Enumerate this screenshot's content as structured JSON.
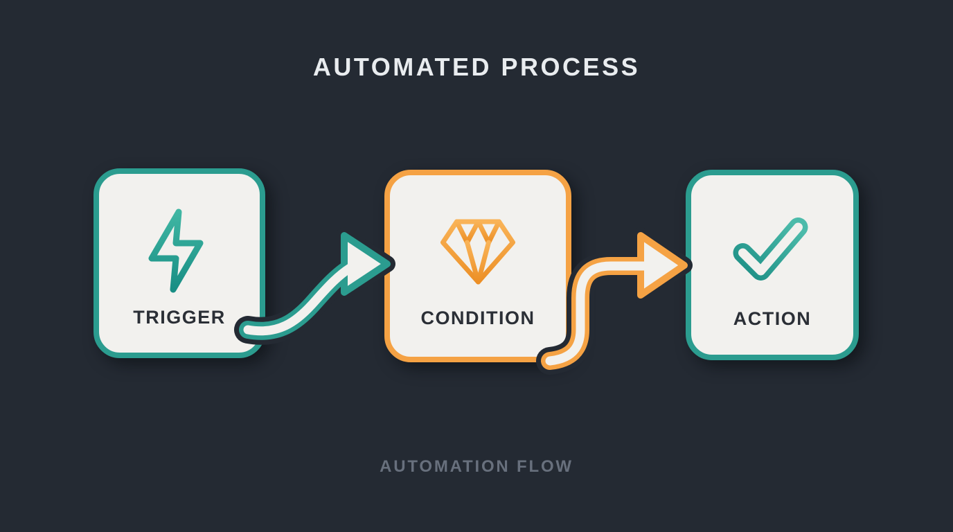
{
  "title": "AUTOMATED PROCESS",
  "footer_caption": "AUTOMATION FLOW",
  "colors": {
    "background": "#242a33",
    "halo": "#242a33",
    "card-fill": "#f2f1ee",
    "teal": "#2b9c8f",
    "orange": "#f5a244",
    "title-text": "#e9ecef",
    "label-text": "#2b2f36",
    "footer-text": "#68707d"
  },
  "nodes": [
    {
      "id": "trigger",
      "label": "TRIGGER",
      "icon": "lightning-bolt-icon",
      "accent": "#2b9c8f"
    },
    {
      "id": "condition",
      "label": "CONDITION",
      "icon": "diamond-icon",
      "accent": "#f5a244"
    },
    {
      "id": "action",
      "label": "ACTION",
      "icon": "checkmark-icon",
      "accent": "#2b9c8f"
    }
  ],
  "connectors": [
    {
      "from": "trigger",
      "to": "condition",
      "color": "#2b9c8f",
      "style": "s-curve-arrow"
    },
    {
      "from": "condition",
      "to": "action",
      "color": "#f5a244",
      "style": "elbow-arrow"
    }
  ]
}
